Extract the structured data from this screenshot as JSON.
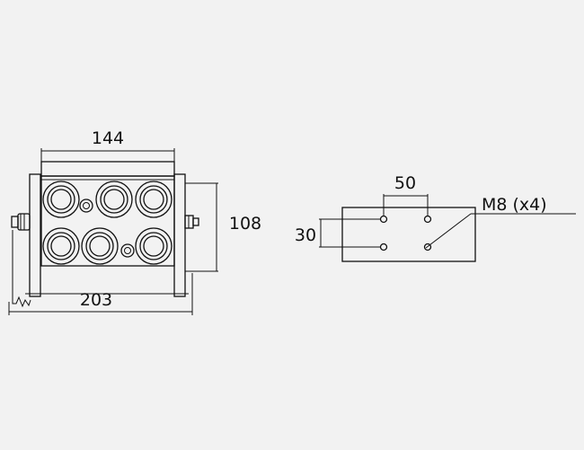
{
  "front_view": {
    "dim_width_top": "144",
    "dim_height": "108",
    "dim_width_bottom": "203",
    "lamp_count": 6
  },
  "mount_pattern": {
    "dim_spacing": "50",
    "dim_height": "30",
    "bolt_label": "M8 (x4)"
  },
  "colors": {
    "background": "#f2f2f2",
    "line": "#111111"
  }
}
